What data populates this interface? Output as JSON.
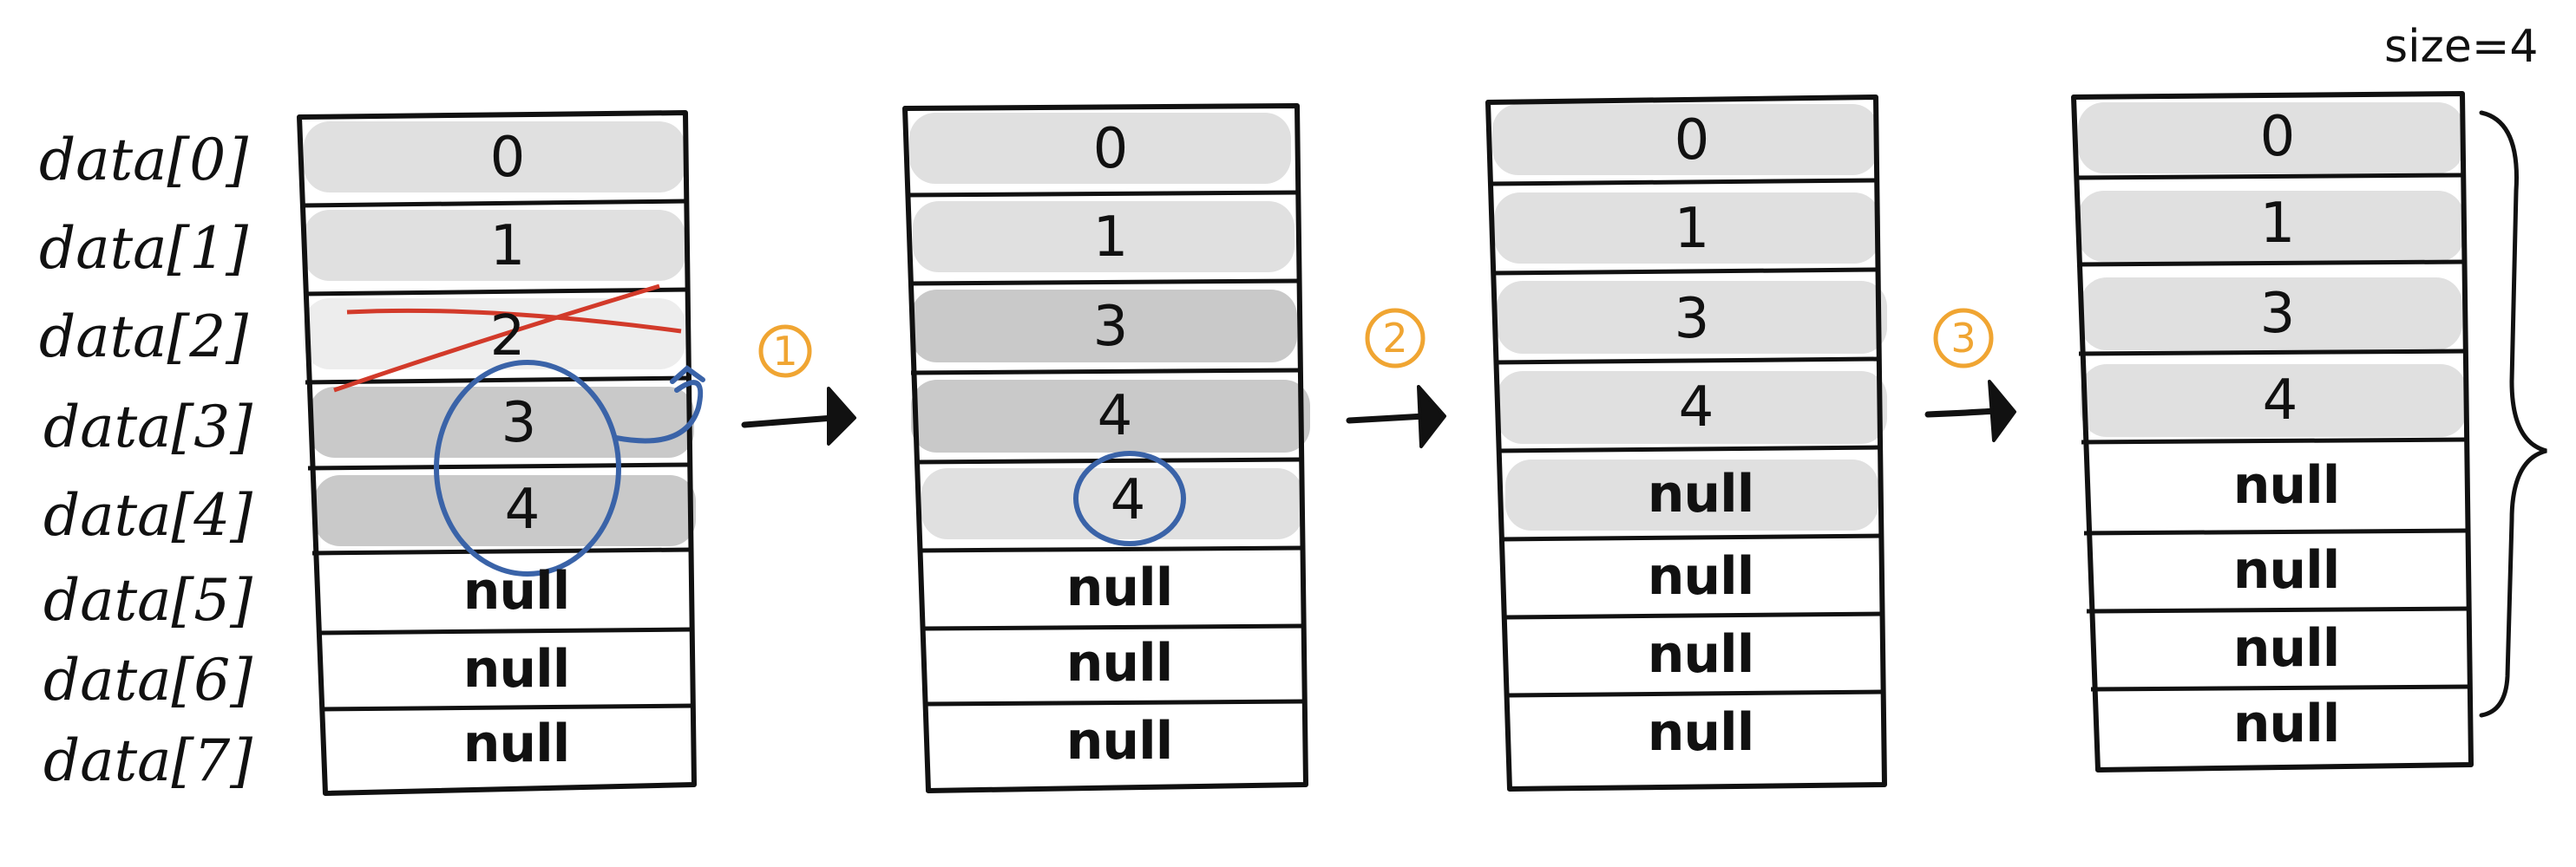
{
  "labels": [
    "data[0]",
    "data[1]",
    "data[2]",
    "data[3]",
    "data[4]",
    "data[5]",
    "data[6]",
    "data[7]"
  ],
  "size_label": "size=4",
  "steps": [
    "1",
    "2",
    "3"
  ],
  "arrays": [
    {
      "cells": [
        "0",
        "1",
        "2",
        "3",
        "4",
        "null",
        "null",
        "null"
      ]
    },
    {
      "cells": [
        "0",
        "1",
        "3",
        "4",
        "4",
        "null",
        "null",
        "null"
      ]
    },
    {
      "cells": [
        "0",
        "1",
        "3",
        "4",
        "null",
        "null",
        "null",
        "null"
      ]
    },
    {
      "cells": [
        "0",
        "1",
        "3",
        "4",
        "null",
        "null",
        "null",
        "null"
      ]
    }
  ],
  "colors": {
    "accent_orange": "#f0a532",
    "strike_red": "#d23a2a",
    "circle_blue": "#3a63a8"
  }
}
